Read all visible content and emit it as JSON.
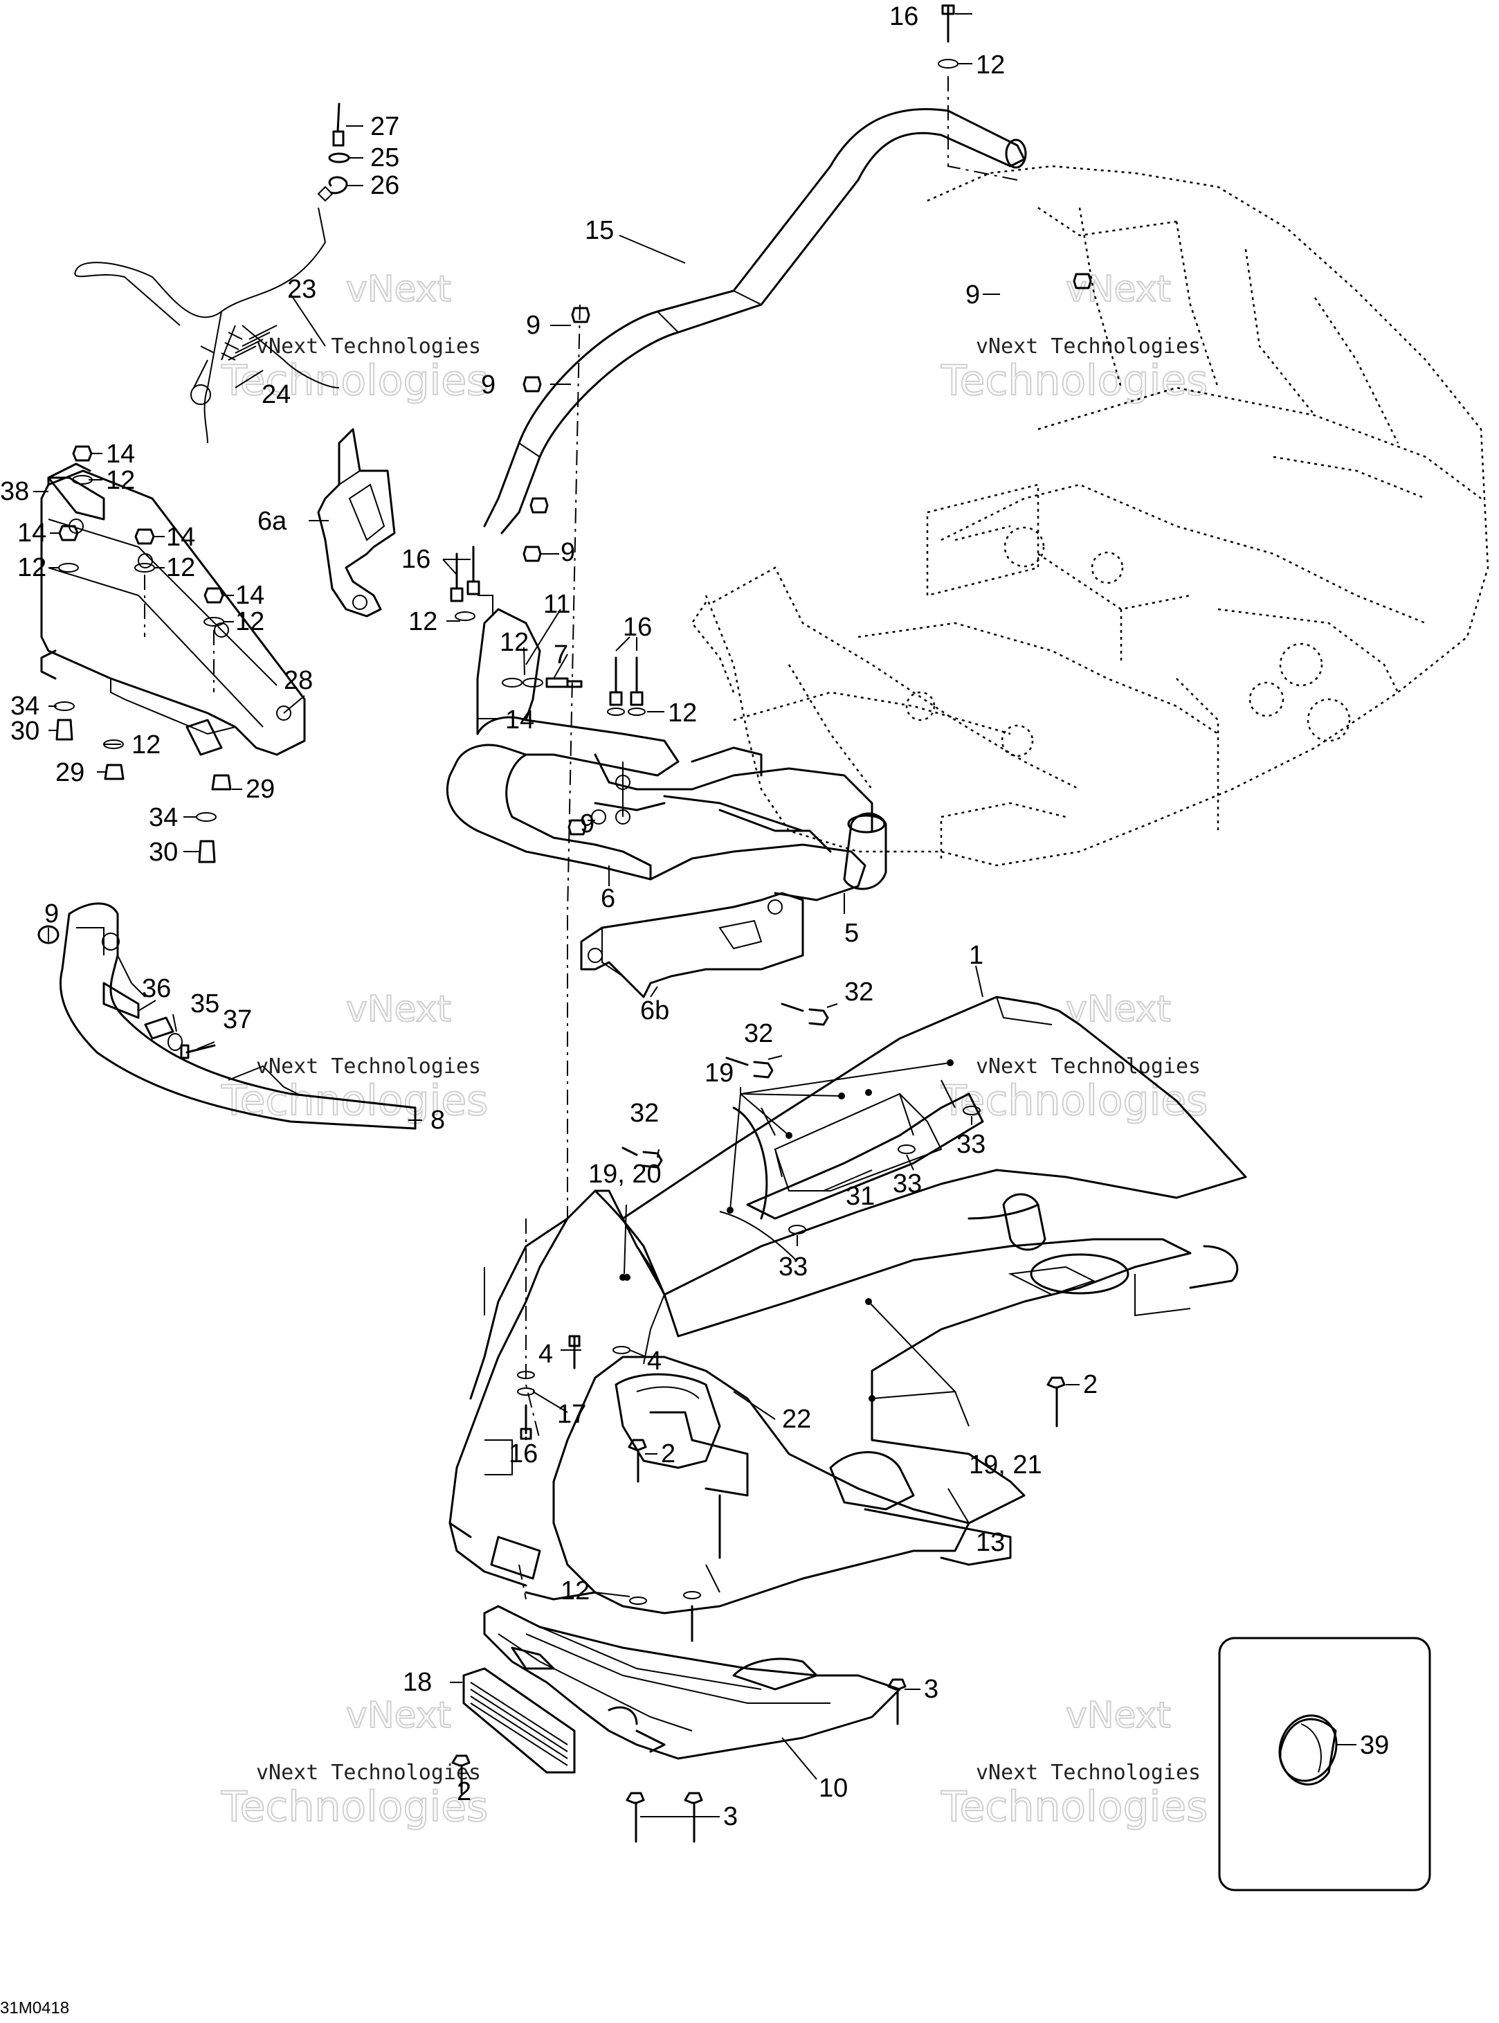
{
  "drawing_code": "31M0418",
  "watermarks": [
    {
      "line1": "vNext",
      "line2": "vNext Technologies",
      "line3": "Technologies"
    },
    {
      "line1": "vNext",
      "line2": "vNext Technologies",
      "line3": "Technologies"
    },
    {
      "line1": "vNext",
      "line2": "vNext Technologies",
      "line3": "Technologies"
    },
    {
      "line1": "vNext",
      "line2": "vNext Technologies",
      "line3": "Technologies"
    },
    {
      "line1": "vNext",
      "line2": "vNext Technologies",
      "line3": "Technologies"
    },
    {
      "line1": "vNext",
      "line2": "vNext Technologies",
      "line3": "Technologies"
    }
  ],
  "callouts": [
    "16",
    "12",
    "27",
    "25",
    "26",
    "15",
    "23",
    "24",
    "9",
    "9",
    "9",
    "14",
    "38",
    "12",
    "6a",
    "14",
    "14",
    "12",
    "12",
    "16",
    "9",
    "12",
    "11",
    "12",
    "7",
    "14",
    "12",
    "14",
    "16",
    "12",
    "28",
    "34",
    "30",
    "12",
    "29",
    "29",
    "34",
    "30",
    "9",
    "6",
    "5",
    "1",
    "6b",
    "9",
    "36",
    "35",
    "37",
    "32",
    "32",
    "8",
    "19",
    "33",
    "32",
    "33",
    "19, 20",
    "31",
    "33",
    "4",
    "4",
    "17",
    "16",
    "2",
    "2",
    "22",
    "19, 21",
    "12",
    "13",
    "18",
    "3",
    "2",
    "10",
    "3",
    "39"
  ]
}
